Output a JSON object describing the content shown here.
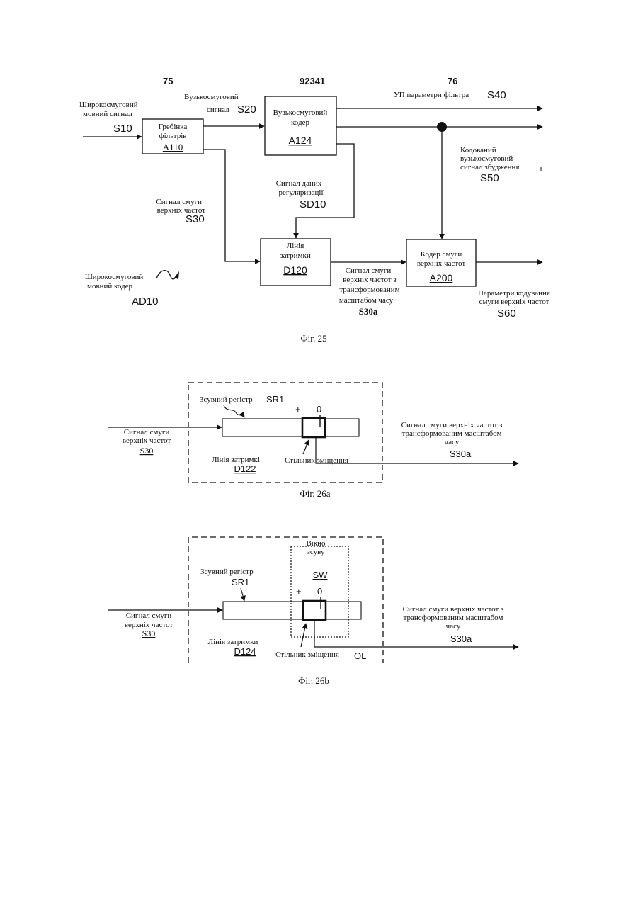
{
  "header": {
    "n1": "75",
    "n2": "92341",
    "n3": "76"
  },
  "fig25": {
    "caption": "Фіг. 25",
    "wb_signal": {
      "line1": "Широкосмуговий",
      "line2": "мовний сигнал",
      "id": "S10"
    },
    "filterbank": {
      "line1": "Гребінка",
      "line2": "фільтрів",
      "id": "A110"
    },
    "nb_signal": {
      "line1": "Вузькосмуговий",
      "line2": "сигнал",
      "id": "S20"
    },
    "nb_coder": {
      "line1": "Вузькосмуговий",
      "line2": "кодер",
      "id": "A124"
    },
    "lp_params": {
      "text": "УП параметри фільтра",
      "id": "S40"
    },
    "excitation": {
      "line1": "Кодований",
      "line2": "вузькосмуговий",
      "line3": "сигнал збудження",
      "id": "S50"
    },
    "reg_data": {
      "line1": "Сигнал даних",
      "line2": "регуляризації",
      "id": "SD10"
    },
    "hb_signal": {
      "line1": "Сигнал смуги",
      "line2": "верхніх частот",
      "id": "S30"
    },
    "delay": {
      "line1": "Лінія",
      "line2": "затримки",
      "id": "D120"
    },
    "hb_coder": {
      "line1": "Кодер смуги",
      "line2": "верхніх частот",
      "id": "A200"
    },
    "scaled": {
      "line1": "Сигнал смуги",
      "line2": "верхніх частот з",
      "line3": "трансформованим",
      "line4": "масштабом часу",
      "id": "S30a"
    },
    "coding_params": {
      "line1": "Параметри кодування",
      "line2": "смуги верхніх частот",
      "id": "S60"
    },
    "wb_coder": {
      "line1": "Широкосмуговий",
      "line2": "мовний кодер",
      "id": "AD10"
    }
  },
  "fig26a": {
    "caption": "Фіг. 26a",
    "shift_reg": {
      "text": "Зсувний регістр",
      "id": "SR1"
    },
    "plus": "+",
    "zero": "0",
    "minus": "–",
    "input": {
      "line1": "Сигнал смуги",
      "line2": "верхніх частот",
      "id": "S30"
    },
    "delay": {
      "text": "Лінія затримкі",
      "id": "D122"
    },
    "counter": "Стільник зміщення",
    "output": {
      "line1": "Сигнал смуги верхніх частот з",
      "line2": "трансформованим масштабом",
      "line3": "часу",
      "id": "S30a"
    }
  },
  "fig26b": {
    "caption": "Фіг. 26b",
    "window": {
      "line1": "Вікно",
      "line2": "зсуву",
      "id": "SW"
    },
    "shift_reg": {
      "text": "Зсувний регістр",
      "id": "SR1"
    },
    "plus": "+",
    "zero": "0",
    "minus": "–",
    "input": {
      "line1": "Сигнал смуги",
      "line2": "верхніх частот",
      "id": "S30"
    },
    "delay": {
      "text": "Лінія затримки",
      "id": "D124"
    },
    "counter": "Стільник зміщення",
    "ol": "OL",
    "output": {
      "line1": "Сигнал смуги верхніх частот з",
      "line2": "трансформованим масштабом",
      "line3": "часу",
      "id": "S30a"
    }
  }
}
